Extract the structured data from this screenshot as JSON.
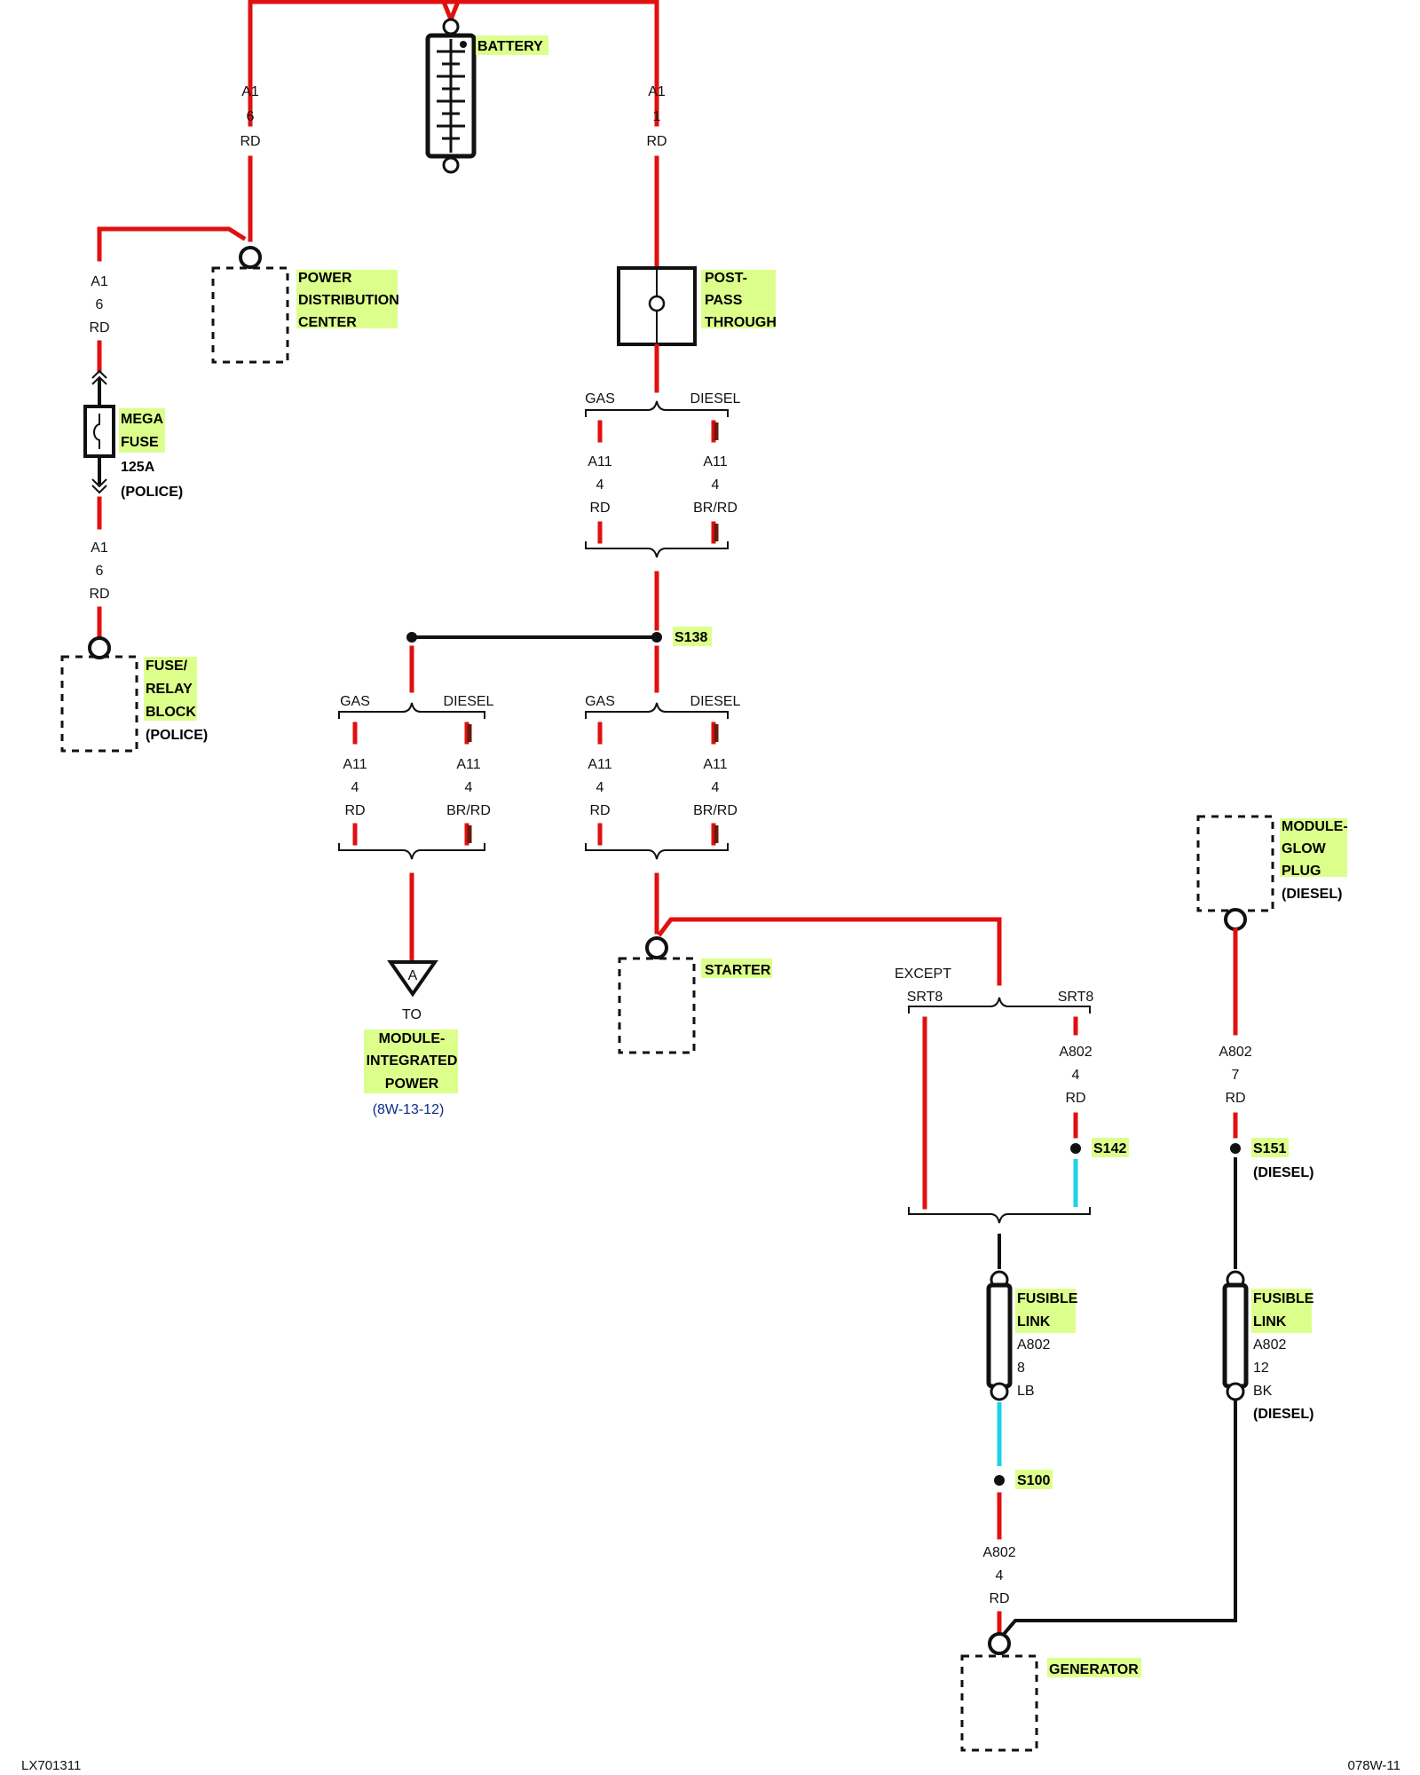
{
  "components": {
    "battery": "BATTERY",
    "pdc": [
      "POWER",
      "DISTRIBUTION",
      "CENTER"
    ],
    "post": [
      "POST-",
      "PASS",
      "THROUGH"
    ],
    "mega_fuse": [
      "MEGA",
      "FUSE"
    ],
    "mega_fuse_rating": "125A",
    "mega_fuse_note": "(POLICE)",
    "frb": [
      "FUSE/",
      "RELAY",
      "BLOCK"
    ],
    "frb_note": "(POLICE)",
    "starter": "STARTER",
    "mip_to": "TO",
    "mip": [
      "MODULE-",
      "INTEGRATED",
      "POWER"
    ],
    "mip_ref": "(8W-13-12)",
    "connector_a": "A",
    "glow": [
      "MODULE-",
      "GLOW",
      "PLUG"
    ],
    "glow_note": "(DIESEL)",
    "generator": "GENERATOR",
    "fusible_link": [
      "FUSIBLE",
      "LINK"
    ],
    "fusible2_note": "(DIESEL)"
  },
  "splices": {
    "s138": "S138",
    "s142": "S142",
    "s151": "S151",
    "s151_note": "(DIESEL)",
    "s100": "S100"
  },
  "wires": {
    "batt_left": [
      "A1",
      "6",
      "RD"
    ],
    "batt_right": [
      "A1",
      "1",
      "RD"
    ],
    "pdc_out": [
      "A1",
      "6",
      "RD"
    ],
    "fuse_out": [
      "A1",
      "6",
      "RD"
    ],
    "top_gas": [
      "A11",
      "4",
      "RD"
    ],
    "top_diesel": [
      "A11",
      "4",
      "BR/RD"
    ],
    "mid_left_gas": [
      "A11",
      "4",
      "RD"
    ],
    "mid_left_diesel": [
      "A11",
      "4",
      "BR/RD"
    ],
    "mid_right_gas": [
      "A11",
      "4",
      "RD"
    ],
    "mid_right_diesel": [
      "A11",
      "4",
      "BR/RD"
    ],
    "srt8": [
      "A802",
      "4",
      "RD"
    ],
    "glow": [
      "A802",
      "7",
      "RD"
    ],
    "fl1": [
      "A802",
      "8",
      "LB"
    ],
    "fl2": [
      "A802",
      "12",
      "BK"
    ],
    "gen": [
      "A802",
      "4",
      "RD"
    ]
  },
  "options": {
    "gas": "GAS",
    "diesel": "DIESEL",
    "except": "EXCEPT",
    "srt8": "SRT8"
  },
  "footer": {
    "left": "LX701311",
    "right": "078W-11"
  },
  "colors": {
    "red_wire": "#e01010",
    "black_wire": "#111111",
    "light_blue_wire": "#1fd2e8",
    "brown_stripe": "#6b1a0a",
    "label_highlight": "#dcff8c",
    "reference_link": "#0b2a8a"
  }
}
